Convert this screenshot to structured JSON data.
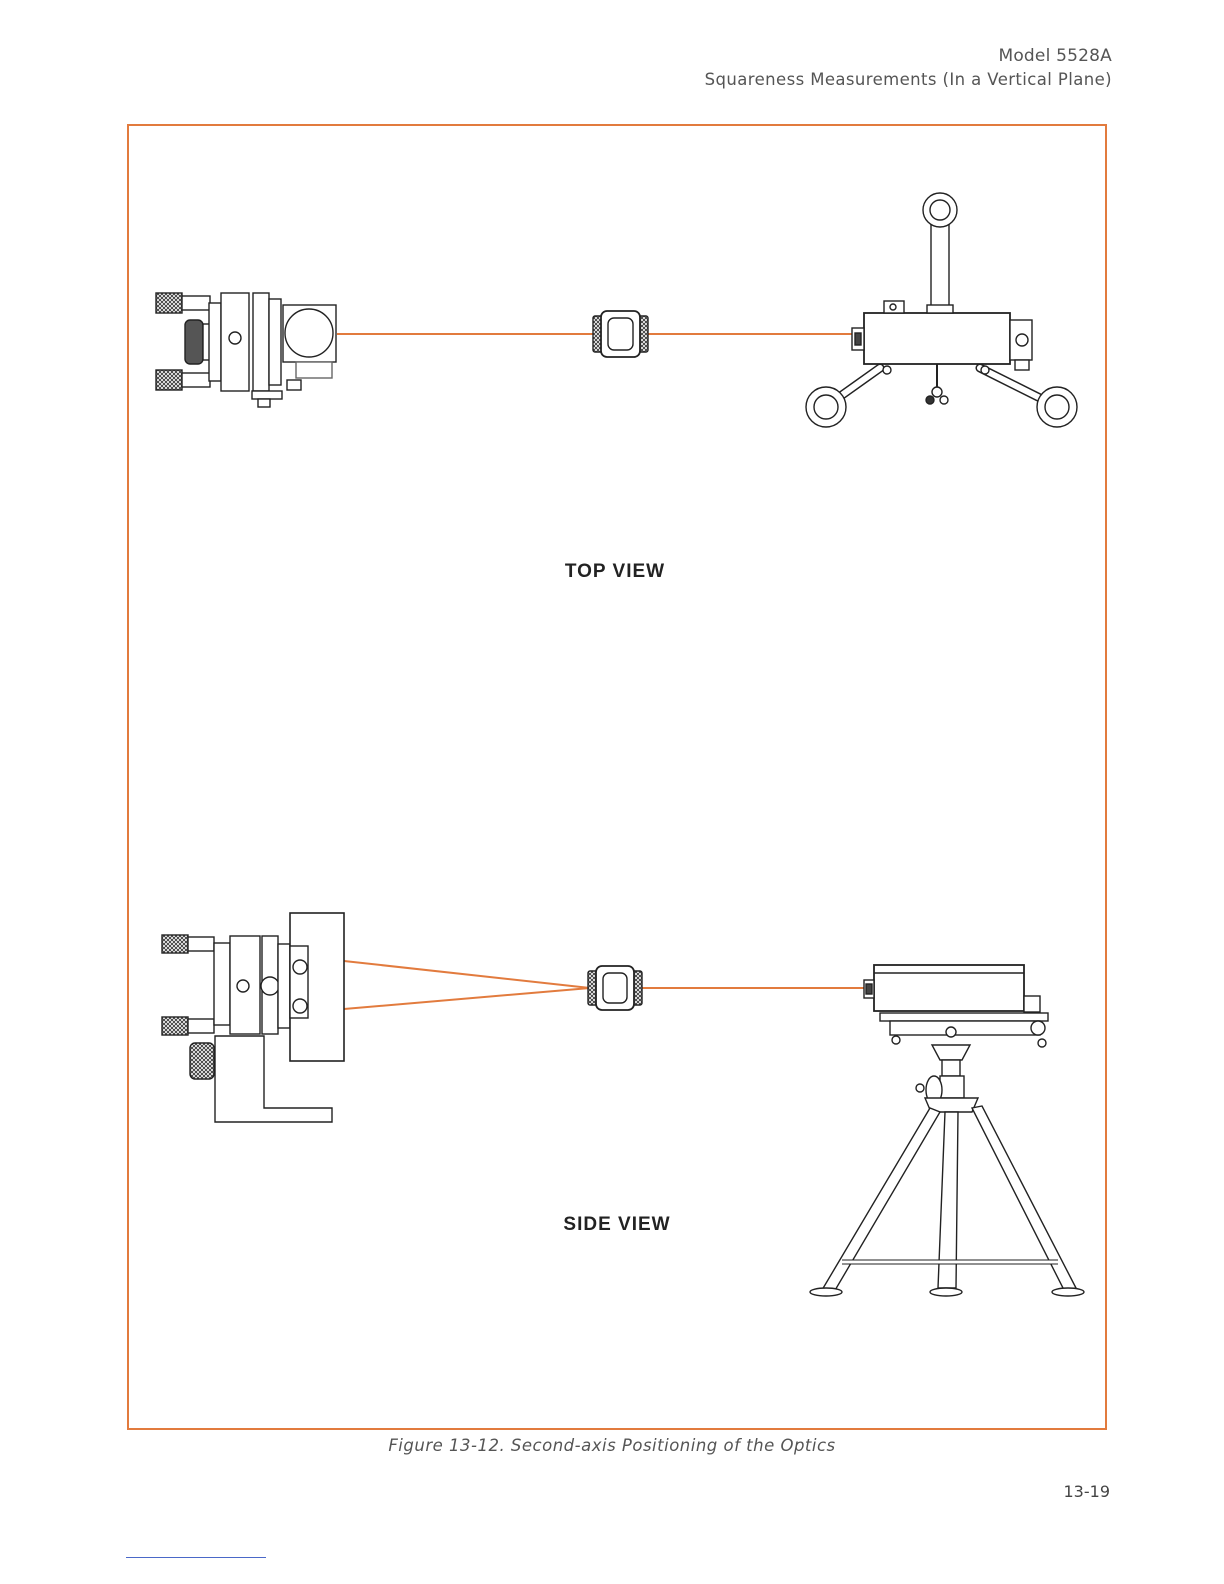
{
  "header": {
    "model": "Model 5528A",
    "section": "Squareness Measurements (In a Vertical Plane)"
  },
  "figure": {
    "top_view_label": "TOP VIEW",
    "side_view_label": "SIDE VIEW",
    "caption": "Figure 13-12. Second-axis Positioning of the Optics"
  },
  "colors": {
    "frame": "#e27b3e",
    "laser_beam": "#e27b3e",
    "line_art": "#222222"
  },
  "page_number": "13-19"
}
